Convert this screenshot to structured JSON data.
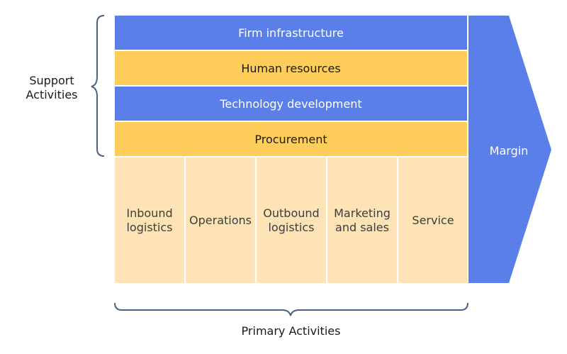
{
  "support": {
    "label": "Support\nActivities",
    "activities": [
      {
        "label": "Firm infrastructure",
        "color": "#5b7fe8"
      },
      {
        "label": "Human resources",
        "color": "#ffcd5a"
      },
      {
        "label": "Technology development",
        "color": "#5b7fe8"
      },
      {
        "label": "Procurement",
        "color": "#ffcd5a"
      }
    ]
  },
  "primary": {
    "label": "Primary Activities",
    "activities": [
      {
        "label": "Inbound logistics"
      },
      {
        "label": "Operations"
      },
      {
        "label": "Outbound logistics"
      },
      {
        "label": "Marketing and sales"
      },
      {
        "label": "Service"
      }
    ]
  },
  "margin": {
    "label": "Margin",
    "color": "#5b7fe8"
  },
  "colors": {
    "bracket": "#4a6183",
    "primary_fill": "#fde3b5"
  }
}
